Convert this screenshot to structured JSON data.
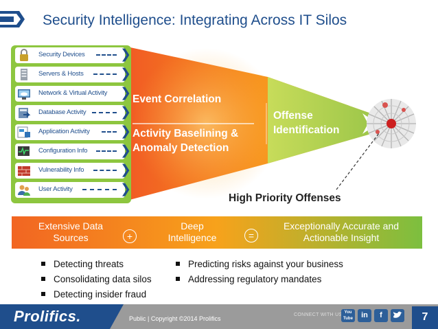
{
  "title": "Security Intelligence: Integrating Across IT Silos",
  "sources": [
    {
      "label": "Security Devices",
      "icon": "lock-icon"
    },
    {
      "label": "Servers & Hosts",
      "icon": "server-icon"
    },
    {
      "label": "Network & Virtual Activity",
      "icon": "cloud-monitor-icon"
    },
    {
      "label": "Database Activity",
      "icon": "database-icon"
    },
    {
      "label": "Application Activity",
      "icon": "application-icon"
    },
    {
      "label": "Configuration Info",
      "icon": "configuration-icon"
    },
    {
      "label": "Vulnerability Info",
      "icon": "firewall-icon"
    },
    {
      "label": "User Activity",
      "icon": "users-icon"
    }
  ],
  "funnel": {
    "event_correlation": "Event Correlation",
    "baselining_line1": "Activity Baselining &",
    "baselining_line2": "Anomaly Detection",
    "offense_line1": "Offense",
    "offense_line2": "Identification"
  },
  "high_priority_label": "High Priority Offenses",
  "band": {
    "box1_line1": "Extensive Data",
    "box1_line2": "Sources",
    "plus": "+",
    "box2_line1": "Deep",
    "box2_line2": "Intelligence",
    "equals": "=",
    "box3_line1": "Exceptionally Accurate and",
    "box3_line2": "Actionable Insight"
  },
  "bullets_left": [
    "Detecting threats",
    "Consolidating data silos",
    "Detecting insider fraud"
  ],
  "bullets_right": [
    "Predicting risks against your business",
    "Addressing regulatory mandates"
  ],
  "footer": {
    "brand": "Prolifics.",
    "copyright": "Public  |  Copyright ©2014 Prolifics",
    "connect": "CONNECT WITH US",
    "social": [
      "You Tube",
      "in",
      "f",
      "twitter"
    ],
    "page_number": "7"
  },
  "colors": {
    "title_blue": "#1f4e8c",
    "accent_green": "#8dc63f",
    "funnel_orange": "#f26522",
    "target_red": "#cc1f1f"
  }
}
